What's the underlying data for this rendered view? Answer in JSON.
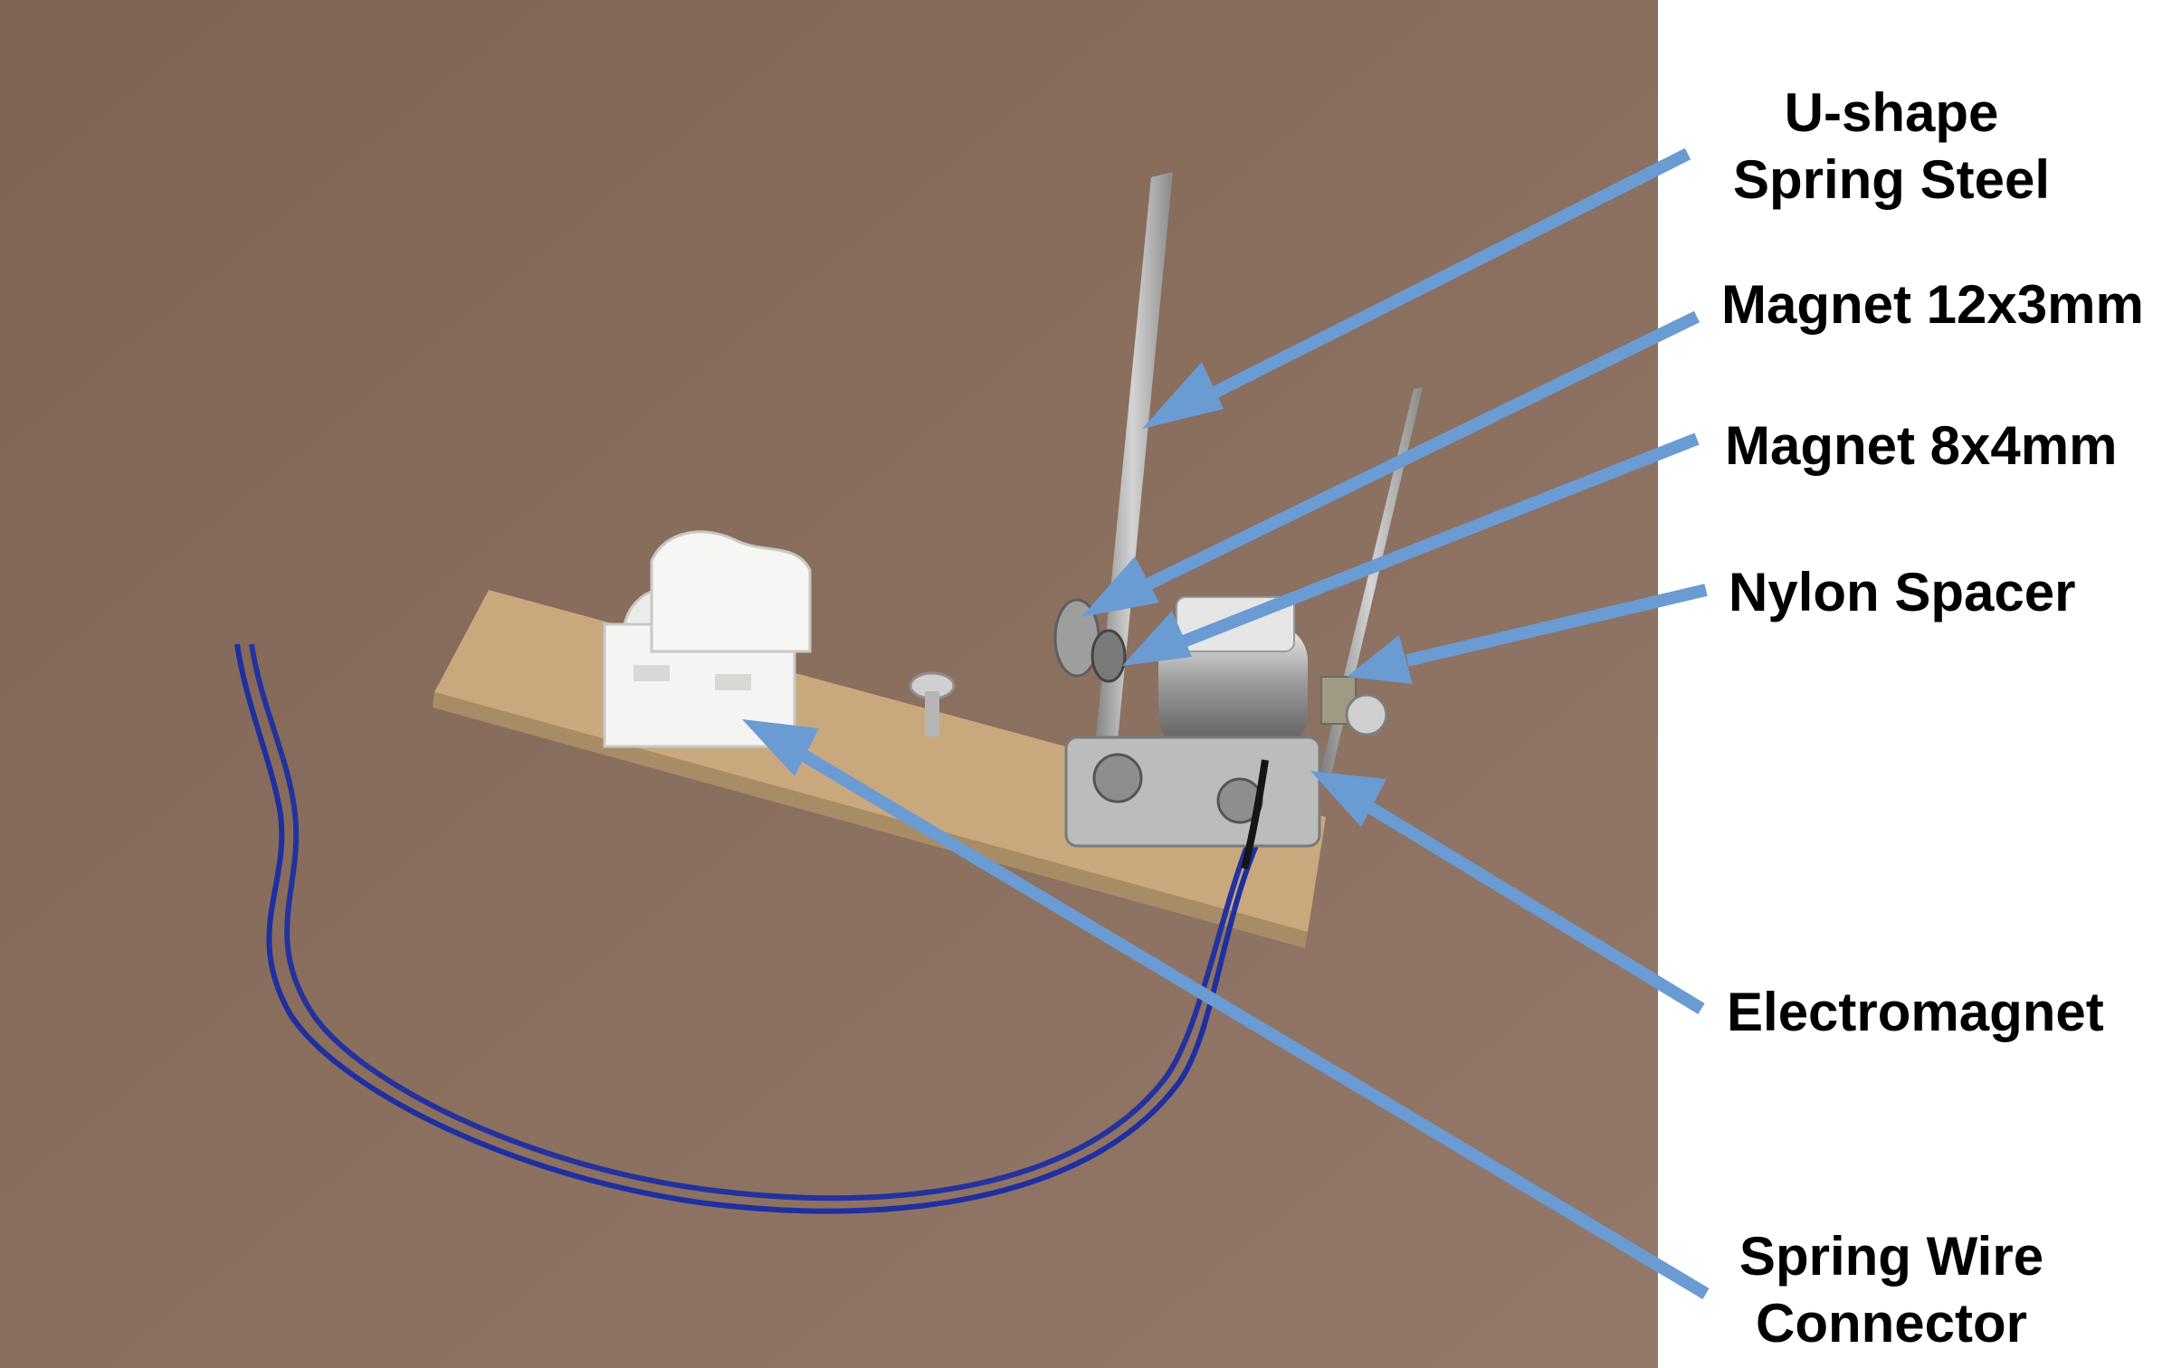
{
  "colors": {
    "background_photo": "#8a6e5e",
    "panel": "#ffffff",
    "arrow": "#6a9bd3",
    "label_text": "#000000",
    "wire": "#1e2fa0",
    "wood_base": "#c9a87e",
    "connector": "#f4f4f2",
    "steel": "#b9b9b9"
  },
  "labels": {
    "spring_steel": {
      "line1": "U-shape",
      "line2": "Spring Steel"
    },
    "magnet_large": "Magnet 12x3mm",
    "magnet_small": "Magnet 8x4mm",
    "nylon_spacer": "Nylon Spacer",
    "electromagnet": "Electromagnet",
    "wire_connector": {
      "line1": "Spring Wire",
      "line2": "Connector"
    }
  },
  "icons": {
    "arrow": "callout-arrow"
  }
}
